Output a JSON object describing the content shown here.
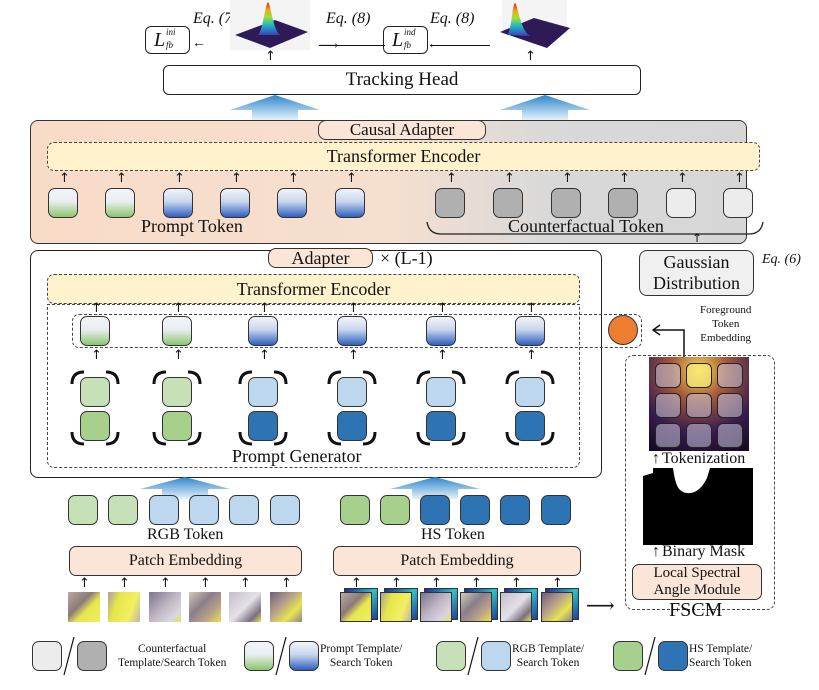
{
  "top": {
    "loss_ini": {
      "base": "L",
      "sup": "ini",
      "sub": "fb"
    },
    "loss_ind": {
      "base": "L",
      "sup": "ind",
      "sub": "fb"
    },
    "eq7": "Eq. (7)",
    "eq8_left": "Eq. (8)",
    "eq8_right": "Eq. (8)",
    "tracking_head": "Tracking Head"
  },
  "causal_adapter": {
    "title": "Causal Adapter",
    "encoder": "Transformer Encoder",
    "prompt_token_label": "Prompt Token",
    "counterfactual_label": "Counterfactual Token",
    "prompt_tokens": [
      "prompt-template",
      "prompt-template",
      "prompt-search",
      "prompt-search",
      "prompt-search",
      "prompt-search"
    ],
    "counterfactual_tokens": [
      "cf-search",
      "cf-search",
      "cf-search",
      "cf-search",
      "cf-template",
      "cf-template"
    ]
  },
  "gaussian": {
    "label_line1": "Gaussian",
    "label_line2": "Distribution",
    "eq": "Eq. (6)"
  },
  "adapter": {
    "title": "Adapter",
    "repeat": "× (L-1)",
    "encoder": "Transformer Encoder",
    "prompt_generator": "Prompt Generator",
    "plus": "+"
  },
  "fscm": {
    "foreground_label": [
      "Foreground",
      "Token",
      "Embedding"
    ],
    "tokenization": "Tokenization",
    "binary_mask": "Binary Mask",
    "lsam_line1": "Local Spectral",
    "lsam_line2": "Angle Module",
    "title": "FSCM"
  },
  "rgb": {
    "token_label": "RGB Token",
    "patch_embedding": "Patch Embedding"
  },
  "hs": {
    "token_label": "HS Token",
    "patch_embedding": "Patch Embedding"
  },
  "legend": [
    {
      "label_line1": "Counterfactual",
      "label_line2": "Template/Search Token"
    },
    {
      "label_line1": "Prompt Template/",
      "label_line2": "Search Token"
    },
    {
      "label_line1": "RGB Template/",
      "label_line2": "Search Token"
    },
    {
      "label_line1": "HS Template/",
      "label_line2": "Search Token"
    }
  ],
  "colors": {
    "rgb_template": "#c6e0b8",
    "rgb_search": "#bdd7ee",
    "hs_template": "#a7d08c",
    "hs_search": "#2e74b5",
    "cf_search": "#b0b0b0",
    "cf_template": "#ececec",
    "adapter_fill": "#fbe5d6",
    "encoder_fill": "#fff2cc",
    "foreground_embedding": "#ed7d31"
  }
}
